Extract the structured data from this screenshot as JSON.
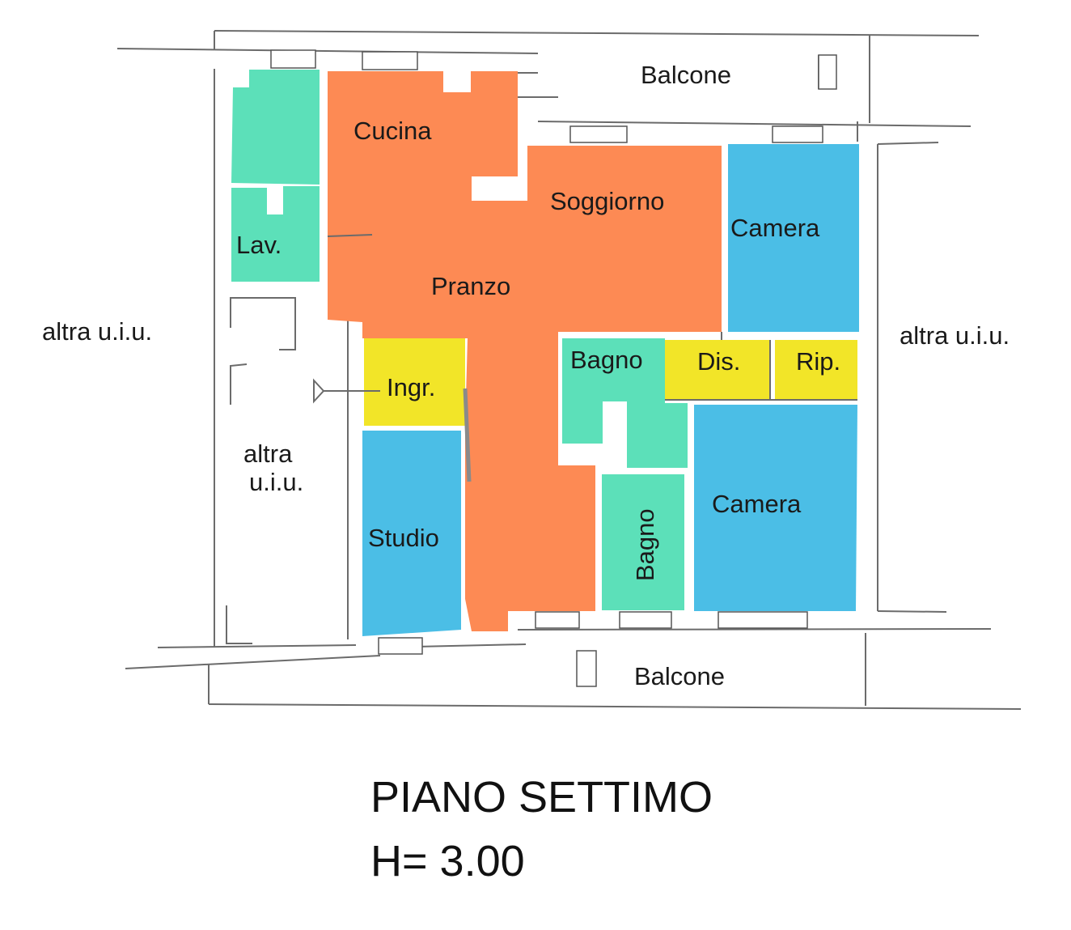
{
  "colors": {
    "kitchen_living": "#fd8a54",
    "service": "#5ce0b9",
    "bedroom": "#4bbee6",
    "entry": "#f2e528",
    "walls": "#6b6b6b"
  },
  "rooms": {
    "balcone_top": "Balcone",
    "cucina": "Cucina",
    "soggiorno": "Soggiorno",
    "camera_top": "Camera",
    "lav": "Lav.",
    "pranzo": "Pranzo",
    "altra_left": "altra u.i.u.",
    "altra_right": "altra u.i.u.",
    "altra_inner_1": "altra",
    "altra_inner_2": "u.i.u.",
    "bagno_top": "Bagno",
    "dis": "Dis.",
    "rip": "Rip.",
    "ingr": "Ingr.",
    "camera_bottom": "Camera",
    "studio": "Studio",
    "bagno_bottom": "Bagno",
    "balcone_bottom": "Balcone"
  },
  "caption": {
    "floor": "PIANO SETTIMO",
    "height": "H= 3.00"
  }
}
